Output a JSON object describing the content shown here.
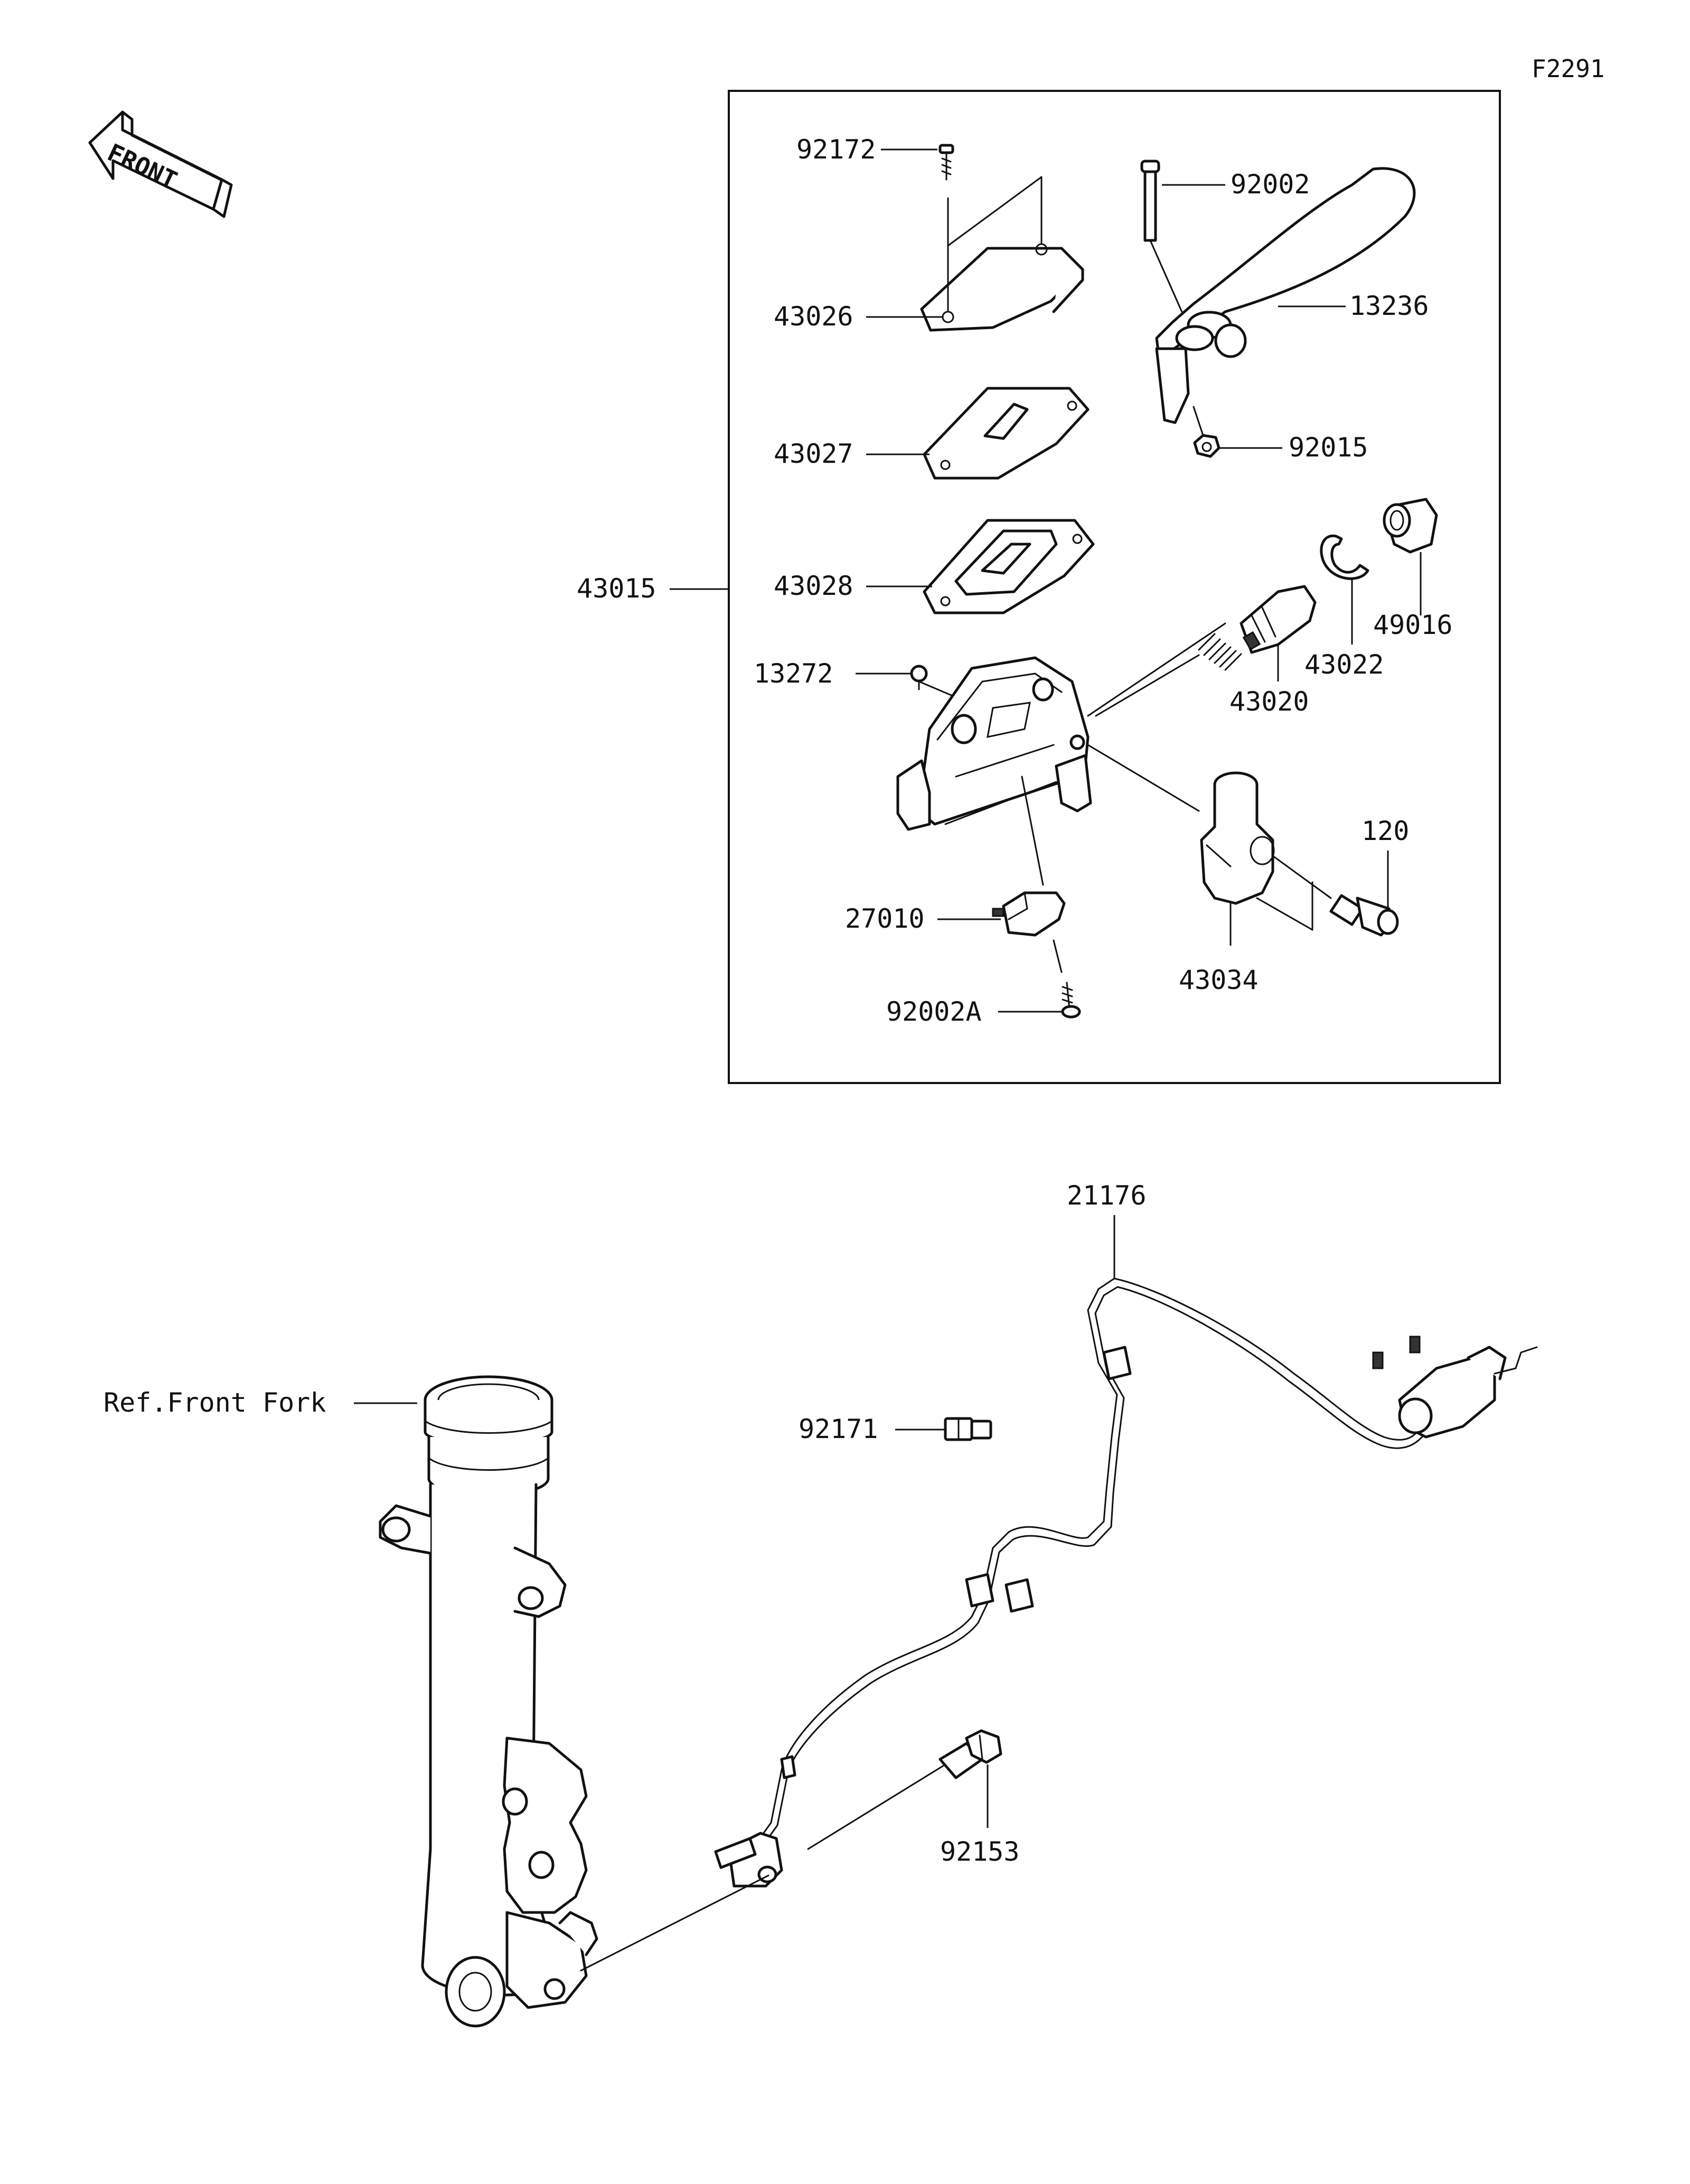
{
  "figure_id": "F2291",
  "front_label": "FRONT",
  "labels": {
    "p92172": "92172",
    "p43026": "43026",
    "p43027": "43027",
    "p43028": "43028",
    "p43015": "43015",
    "p13272": "13272",
    "p27010": "27010",
    "p92002A": "92002A",
    "p92002": "92002",
    "p13236": "13236",
    "p92015": "92015",
    "p49016": "49016",
    "p43022": "43022",
    "p43020": "43020",
    "p120": "120",
    "p43034": "43034",
    "p21176": "21176",
    "ref_front_fork": "Ref.Front Fork",
    "p92171": "92171",
    "p92153": "92153"
  }
}
